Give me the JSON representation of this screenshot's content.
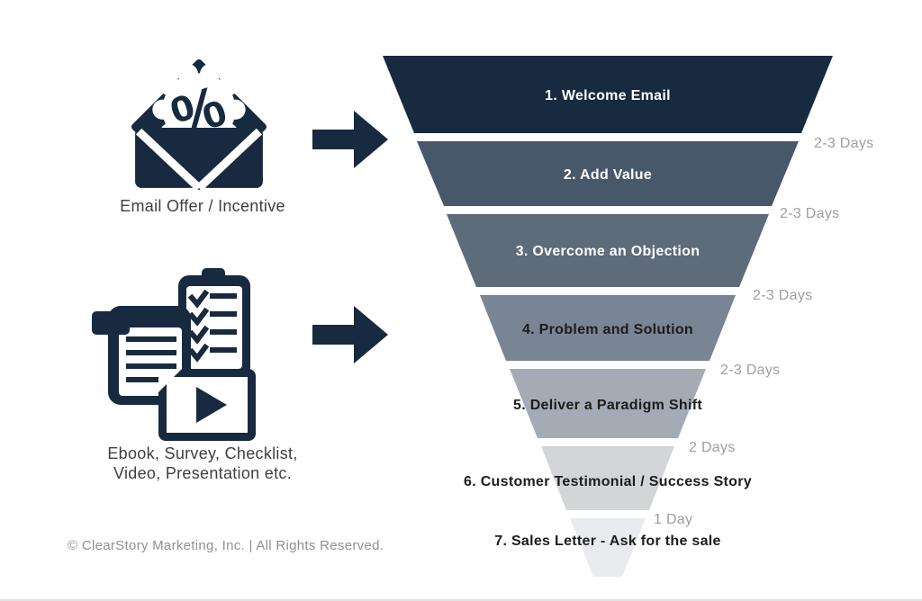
{
  "page": {
    "background": "#ffffff"
  },
  "left_panel": {
    "icon_color": "#172a3f",
    "email_offer": {
      "label": "Email Offer / Incentive",
      "percent_symbol": "%"
    },
    "lead_magnets": {
      "label_line1": "Ebook, Survey, Checklist,",
      "label_line2": "Video, Presentation etc."
    }
  },
  "funnel": {
    "stages": [
      {
        "label": "1. Welcome Email",
        "color": "#172a3f",
        "text_color": "#ffffff"
      },
      {
        "label": "2. Add Value",
        "color": "#47586b",
        "text_color": "#ffffff"
      },
      {
        "label": "3. Overcome an Objection",
        "color": "#5d6b7a",
        "text_color": "#ffffff"
      },
      {
        "label": "4. Problem and Solution",
        "color": "#798494",
        "text_color": "#1c1c1c"
      },
      {
        "label": "5. Deliver a Paradigm Shift",
        "color": "#a4abb5",
        "text_color": "#1c1c1c"
      },
      {
        "label": "6. Customer Testimonial / Success Story",
        "color": "#d3d5d9",
        "text_color": "#1c1c1c"
      },
      {
        "label": "7. Sales Letter - Ask for the sale",
        "color": "#eaebee",
        "text_color": "#1c1c1c"
      }
    ],
    "intervals": [
      "2-3 Days",
      "2-3 Days",
      "2-3 Days",
      "2-3 Days",
      "2 Days",
      "1 Day"
    ],
    "interval_color": "#9e9e9e"
  },
  "footer": {
    "copyright": "© ClearStory Marketing, Inc. | All Rights Reserved."
  }
}
